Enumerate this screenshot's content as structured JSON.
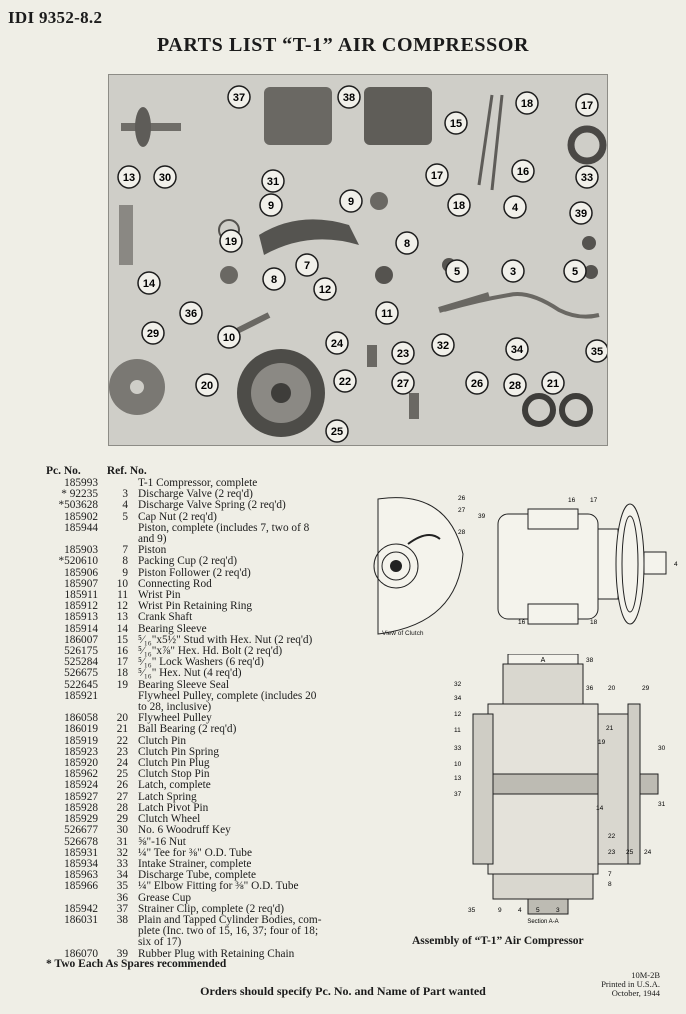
{
  "header": {
    "doc_id": "IDI 9352-8.2",
    "title": "PARTS LIST “T-1” AIR COMPRESSOR"
  },
  "photo_labels": [
    "37",
    "38",
    "18",
    "17",
    "15",
    "13",
    "30",
    "31",
    "17",
    "16",
    "33",
    "9",
    "9",
    "18",
    "4",
    "39",
    "19",
    "8",
    "7",
    "14",
    "5",
    "3",
    "5",
    "8",
    "12",
    "36",
    "10",
    "11",
    "32",
    "34",
    "35",
    "29",
    "24",
    "23",
    "20",
    "22",
    "27",
    "26",
    "28",
    "21",
    "25"
  ],
  "parts_header": {
    "pc_no": "Pc. No.",
    "ref_no": "Ref. No."
  },
  "parts": [
    {
      "pc": "185993",
      "ref": "",
      "desc": "T-1 Compressor, complete"
    },
    {
      "pc": "* 92235",
      "ref": "3",
      "desc": "Discharge Valve (2 req'd)"
    },
    {
      "pc": "*503628",
      "ref": "4",
      "desc": "Discharge Valve Spring (2 req'd)"
    },
    {
      "pc": "185902",
      "ref": "5",
      "desc": "Cap Nut (2 req'd)"
    },
    {
      "pc": "185944",
      "ref": "",
      "desc": "Piston, complete (includes 7, two of 8"
    },
    {
      "pc": "",
      "ref": "",
      "desc": "    and 9)"
    },
    {
      "pc": "185903",
      "ref": "7",
      "desc": "Piston"
    },
    {
      "pc": "*520610",
      "ref": "8",
      "desc": "Packing Cup (2 req'd)"
    },
    {
      "pc": "185906",
      "ref": "9",
      "desc": "Piston Follower (2 req'd)"
    },
    {
      "pc": "185907",
      "ref": "10",
      "desc": "Connecting Rod"
    },
    {
      "pc": "185911",
      "ref": "11",
      "desc": "Wrist Pin"
    },
    {
      "pc": "185912",
      "ref": "12",
      "desc": "Wrist Pin Retaining Ring"
    },
    {
      "pc": "185913",
      "ref": "13",
      "desc": "Crank Shaft"
    },
    {
      "pc": "185914",
      "ref": "14",
      "desc": "Bearing Sleeve"
    },
    {
      "pc": "186007",
      "ref": "15",
      "desc": "⁵⁄₁₆\"x5½\" Stud with Hex. Nut (2 req'd)"
    },
    {
      "pc": "526175",
      "ref": "16",
      "desc": "⁵⁄₁₆\"x⅞\" Hex. Hd. Bolt (2 req'd)"
    },
    {
      "pc": "525284",
      "ref": "17",
      "desc": "⁵⁄₁₆\" Lock Washers (6 req'd)"
    },
    {
      "pc": "526675",
      "ref": "18",
      "desc": "⁵⁄₁₆\" Hex. Nut (4 req'd)"
    },
    {
      "pc": "522645",
      "ref": "19",
      "desc": "Bearing Sleeve Seal"
    },
    {
      "pc": "185921",
      "ref": "",
      "desc": "Flywheel Pulley, complete (includes 20"
    },
    {
      "pc": "",
      "ref": "",
      "desc": "    to 28, inclusive)"
    },
    {
      "pc": "186058",
      "ref": "20",
      "desc": "Flywheel Pulley"
    },
    {
      "pc": "186019",
      "ref": "21",
      "desc": "Ball Bearing (2 req'd)"
    },
    {
      "pc": "185919",
      "ref": "22",
      "desc": "Clutch Pin"
    },
    {
      "pc": "185923",
      "ref": "23",
      "desc": "Clutch Pin Spring"
    },
    {
      "pc": "185920",
      "ref": "24",
      "desc": "Clutch Pin Plug"
    },
    {
      "pc": "185962",
      "ref": "25",
      "desc": "Clutch Stop Pin"
    },
    {
      "pc": "185924",
      "ref": "26",
      "desc": "Latch, complete"
    },
    {
      "pc": "185927",
      "ref": "27",
      "desc": "Latch Spring"
    },
    {
      "pc": "185928",
      "ref": "28",
      "desc": "Latch Pivot Pin"
    },
    {
      "pc": "185929",
      "ref": "29",
      "desc": "Clutch Wheel"
    },
    {
      "pc": "526677",
      "ref": "30",
      "desc": "No. 6 Woodruff Key"
    },
    {
      "pc": "526678",
      "ref": "31",
      "desc": "⅝\"-16 Nut"
    },
    {
      "pc": "185931",
      "ref": "32",
      "desc": "¼\" Tee for ⅜\" O.D. Tube"
    },
    {
      "pc": "185934",
      "ref": "33",
      "desc": "Intake Strainer, complete"
    },
    {
      "pc": "185963",
      "ref": "34",
      "desc": "Discharge Tube, complete"
    },
    {
      "pc": "185966",
      "ref": "35",
      "desc": "¼\" Elbow Fitting for ⅜\" O.D. Tube"
    },
    {
      "pc": "",
      "ref": "36",
      "desc": "Grease Cup"
    },
    {
      "pc": "185942",
      "ref": "37",
      "desc": "Strainer Clip, complete (2 req'd)"
    },
    {
      "pc": "186031",
      "ref": "38",
      "desc": "Plain and Tapped Cylinder Bodies, com-"
    },
    {
      "pc": "",
      "ref": "",
      "desc": "    plete (Inc. two of 15, 16, 37; four of 18;"
    },
    {
      "pc": "",
      "ref": "",
      "desc": "    six of 17)"
    },
    {
      "pc": "186070",
      "ref": "39",
      "desc": "Rubber Plug with Retaining Chain"
    }
  ],
  "footnote": "*   Two Each As Spares recommended",
  "orders_note": "Orders should specify Pc. No. and Name of Part wanted",
  "print_info": {
    "code": "10M-2B",
    "printed": "Printed in U.S.A.",
    "date": "October, 1944"
  },
  "drawing": {
    "caption": "Assembly of “T-1” Air Compressor",
    "view_label": "View of Clutch",
    "section_mark": "A",
    "section_label": "Section A-A",
    "top_labels": [
      "26",
      "27",
      "39",
      "28",
      "16",
      "17",
      "16",
      "18",
      "4"
    ],
    "side_labels": [
      "32",
      "34",
      "12",
      "11",
      "33",
      "10",
      "13",
      "37",
      "36",
      "20",
      "29",
      "21",
      "19",
      "30",
      "31",
      "14",
      "22",
      "23",
      "25",
      "24",
      "7",
      "8",
      "35",
      "9",
      "4",
      "5",
      "3",
      "38"
    ]
  }
}
